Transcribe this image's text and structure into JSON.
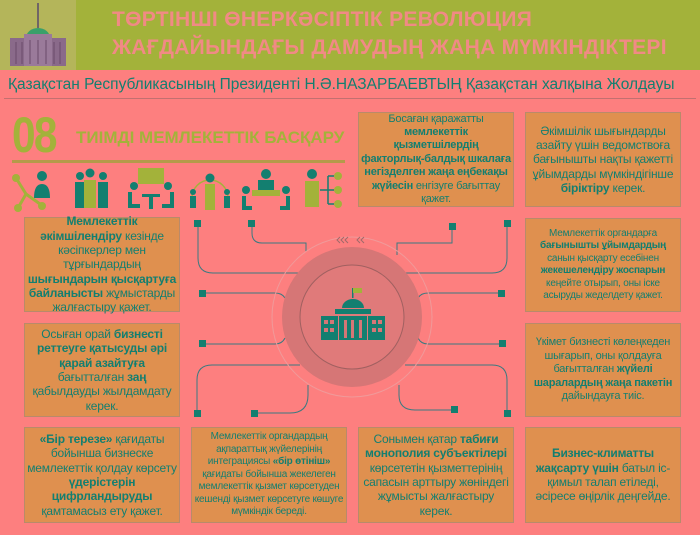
{
  "header": {
    "title_line1": "ТӨРТІНШІ ӨНЕРКӘСІПТІК РЕВОЛЮЦИЯ",
    "title_line2": "ЖАҒДАЙЫНДАҒЫ ДАМУДЫҢ ЖАҢА МҮМКІНДІКТЕРІ",
    "subtitle": "Қазақстан Республикасының Президенті Н.Ә.НАЗАРБАЕВТЫҢ Қазақстан халқына Жолдауы"
  },
  "section": {
    "number": "08",
    "title": "ТИІМДІ МЕМЛЕКЕТТІК БАСҚАРУ"
  },
  "colors": {
    "background": "#fd7f7f",
    "band": "#a3b23a",
    "box": "#df904f",
    "text": "#137f70"
  },
  "icons": [
    "network-person-icon",
    "team-icon",
    "presentation-meeting-icon",
    "leader-circle-icon",
    "conference-table-icon",
    "hierarchy-person-icon"
  ],
  "center": {
    "icon": "government-building-icon"
  },
  "boxes": [
    {
      "id": "left1",
      "parts": [
        {
          "t": "Мемлекеттік әкімшілендіру",
          "b": true
        },
        {
          "t": " кезінде кәсіпкерлер мен тұрғындардың ",
          "b": false
        },
        {
          "t": "шығындарын қысқартуға байланысты",
          "b": true
        },
        {
          "t": " жұмыстарды жалғастыру қажет.",
          "b": false
        }
      ]
    },
    {
      "id": "left2",
      "parts": [
        {
          "t": "Осыған орай ",
          "b": false
        },
        {
          "t": "бизнесті реттеуге қатысуды әрі қарай азайтуға",
          "b": true
        },
        {
          "t": " бағытталған ",
          "b": false
        },
        {
          "t": "заң",
          "b": true
        },
        {
          "t": " қабылдауды жылдамдату керек.",
          "b": false
        }
      ]
    },
    {
      "id": "bottom1",
      "parts": [
        {
          "t": "«Бір терезе»",
          "b": true
        },
        {
          "t": " қағидаты бойынша бизнеске мемлекеттік қолдау көрсету ",
          "b": false
        },
        {
          "t": "үдерістерін цифрландыруды",
          "b": true
        },
        {
          "t": " қамтамасыз ету қажет.",
          "b": false
        }
      ]
    },
    {
      "id": "bottom2",
      "parts": [
        {
          "t": "Мемлекеттік органдардың ақпараттық жүйелерінің интеграциясы ",
          "b": false
        },
        {
          "t": "«бір өтініш»",
          "b": true
        },
        {
          "t": " қағидаты бойынша жекелеген мемлекеттік қызмет көрсетуден кешенді қызмет көрсетуге көшуге мүмкіндік береді.",
          "b": false
        }
      ]
    },
    {
      "id": "bottom3",
      "parts": [
        {
          "t": "Сонымен қатар ",
          "b": false
        },
        {
          "t": "табиғи монополия субъектілері",
          "b": true
        },
        {
          "t": " көрсететін қызметтерінің сапасын арттыру жөніндегі жұмысты жалғастыру керек.",
          "b": false
        }
      ]
    },
    {
      "id": "top1",
      "parts": [
        {
          "t": "Босаған қаражатты ",
          "b": false
        },
        {
          "t": "мемлекеттік қызметшілердің факторлық-балдық шкалаға негізделген жаңа еңбекақы жүйесін",
          "b": true
        },
        {
          "t": " енгізуге бағыттау қажет.",
          "b": false
        }
      ]
    },
    {
      "id": "top2",
      "parts": [
        {
          "t": "Әкімшілік шығындарды азайту үшін ведомствоға бағынышты нақты қажетті ұйымдарды мүмкіндігінше ",
          "b": false
        },
        {
          "t": "біріктіру",
          "b": true
        },
        {
          "t": " керек.",
          "b": false
        }
      ]
    },
    {
      "id": "right1",
      "parts": [
        {
          "t": "Мемлекеттік органдарға ",
          "b": false
        },
        {
          "t": "бағынышты ұйымдардың",
          "b": true
        },
        {
          "t": " санын қысқарту есебінен ",
          "b": false
        },
        {
          "t": "жекешелендіру жоспарын",
          "b": true
        },
        {
          "t": " кеңейте отырып, оны іске асыруды жеделдету қажет.",
          "b": false
        }
      ]
    },
    {
      "id": "right2",
      "parts": [
        {
          "t": "Үкімет бизнесті көлеңкеден шығарып, оны қолдауға бағытталған ",
          "b": false
        },
        {
          "t": "жүйелі шаралардың жаңа пакетін",
          "b": true
        },
        {
          "t": " дайындауға тиіс.",
          "b": false
        }
      ]
    },
    {
      "id": "right3",
      "parts": [
        {
          "t": "Бизнес-климатты жақсарту үшін",
          "b": true
        },
        {
          "t": " батыл іс-қимыл талап етіледі, әсіресе өңірлік деңгейде.",
          "b": false
        }
      ]
    }
  ]
}
